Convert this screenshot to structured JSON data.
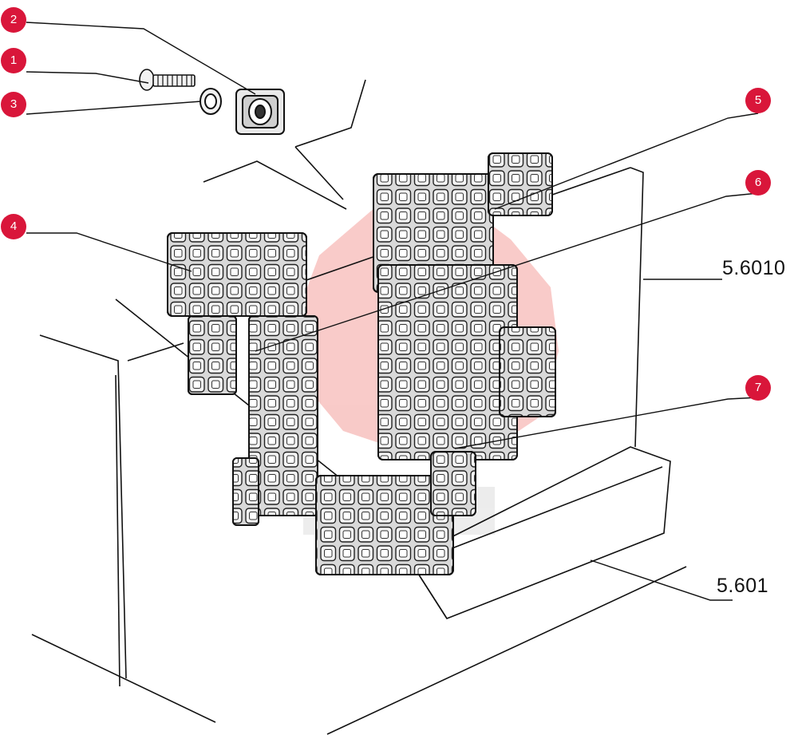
{
  "callouts": [
    {
      "id": "1",
      "label": "1"
    },
    {
      "id": "2",
      "label": "2"
    },
    {
      "id": "3",
      "label": "3"
    },
    {
      "id": "4",
      "label": "4"
    },
    {
      "id": "5",
      "label": "5"
    },
    {
      "id": "6",
      "label": "6"
    },
    {
      "id": "7",
      "label": "7"
    }
  ],
  "references": {
    "upper": "5.6010",
    "lower": "5.601"
  },
  "colors": {
    "callout": "#d9163a",
    "line": "#111111",
    "pad_fill": "#d9d9d9",
    "watermark": "#e8453c"
  },
  "icons": [
    "screw-icon",
    "washer-icon",
    "cage-nut-icon",
    "watermark-logo"
  ]
}
